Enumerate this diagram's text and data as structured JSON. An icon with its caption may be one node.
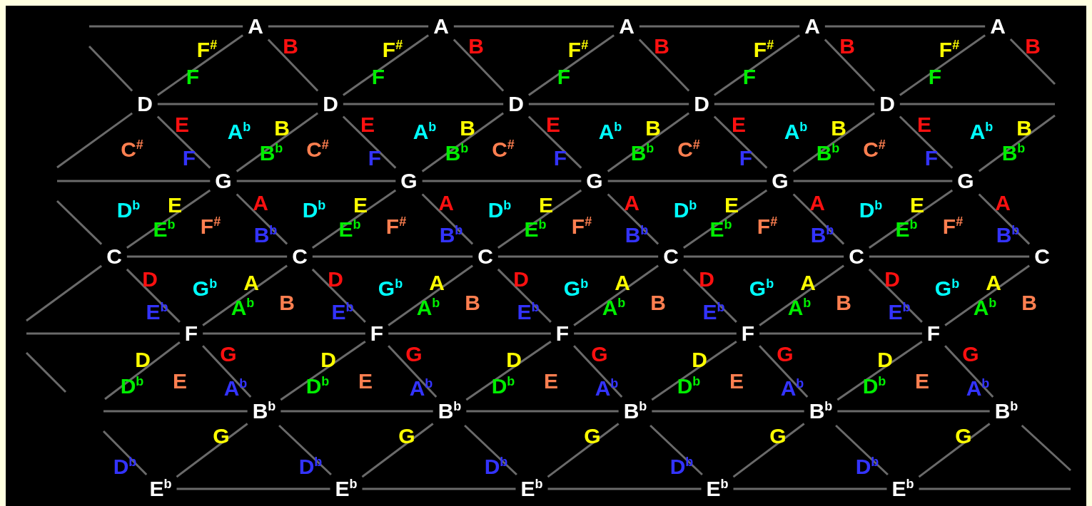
{
  "diagram": {
    "nodes": [
      {
        "text": [
          "A"
        ]
      },
      {
        "text": [
          "A"
        ]
      },
      {
        "text": [
          "A"
        ]
      },
      {
        "text": [
          "A"
        ]
      },
      {
        "text": [
          "A"
        ]
      },
      {
        "text": [
          "D"
        ]
      },
      {
        "text": [
          "D"
        ]
      },
      {
        "text": [
          "D"
        ]
      },
      {
        "text": [
          "D"
        ]
      },
      {
        "text": [
          "D"
        ]
      },
      {
        "text": [
          "G"
        ]
      },
      {
        "text": [
          "G"
        ]
      },
      {
        "text": [
          "G"
        ]
      },
      {
        "text": [
          "G"
        ]
      },
      {
        "text": [
          "G"
        ]
      },
      {
        "text": [
          "C"
        ]
      },
      {
        "text": [
          "C"
        ]
      },
      {
        "text": [
          "C"
        ]
      },
      {
        "text": [
          "C"
        ]
      },
      {
        "text": [
          "C"
        ]
      },
      {
        "text": [
          "C"
        ]
      },
      {
        "text": [
          "F"
        ]
      },
      {
        "text": [
          "F"
        ]
      },
      {
        "text": [
          "F"
        ]
      },
      {
        "text": [
          "F"
        ]
      },
      {
        "text": [
          "F"
        ]
      },
      {
        "text": [
          "B$^{b}$"
        ]
      },
      {
        "text": [
          "B$^{b}$"
        ]
      },
      {
        "text": [
          "B$^{b}$"
        ]
      },
      {
        "text": [
          "B$^{b}$"
        ]
      },
      {
        "text": [
          "B$^{b}$"
        ]
      },
      {
        "text": [
          "E$^{b}$"
        ]
      },
      {
        "text": [
          "E$^{b}$"
        ]
      },
      {
        "text": [
          "E$^{b}$"
        ]
      },
      {
        "text": [
          "E$^{b}$"
        ]
      },
      {
        "text": [
          "E$^{b}$"
        ]
      }
    ],
    "edges": [
      {
        "from": null,
        "to": 0,
        "arrow": "none"
      },
      {
        "from": 0,
        "to": 1,
        "arrow": "none"
      },
      {
        "from": 1,
        "to": 2,
        "arrow": "none"
      },
      {
        "from": 2,
        "to": 3,
        "arrow": "none"
      },
      {
        "from": 3,
        "to": 4,
        "arrow": "none"
      },
      {
        "from": 5,
        "to": 6,
        "arrow": "none"
      },
      {
        "from": 6,
        "to": 7,
        "arrow": "none"
      },
      {
        "from": 7,
        "to": 8,
        "arrow": "none"
      },
      {
        "from": 8,
        "to": 9,
        "arrow": "none"
      },
      {
        "from": 9,
        "to": null,
        "arrow": "none"
      },
      {
        "from": null,
        "to": 10,
        "arrow": "none"
      },
      {
        "from": 10,
        "to": 11,
        "arrow": "none"
      },
      {
        "from": 11,
        "to": 12,
        "arrow": "none"
      },
      {
        "from": 12,
        "to": 13,
        "arrow": "none"
      },
      {
        "from": 13,
        "to": 14,
        "arrow": "none"
      },
      {
        "from": 15,
        "to": 16,
        "arrow": "none"
      },
      {
        "from": 16,
        "to": 17,
        "arrow": "none"
      },
      {
        "from": 17,
        "to": 18,
        "arrow": "none"
      },
      {
        "from": 18,
        "to": 19,
        "arrow": "none"
      },
      {
        "from": 19,
        "to": 20,
        "arrow": "none"
      },
      {
        "from": null,
        "to": 21,
        "arrow": "none"
      },
      {
        "from": 21,
        "to": 22,
        "arrow": "none"
      },
      {
        "from": 22,
        "to": 23,
        "arrow": "none"
      },
      {
        "from": 23,
        "to": 24,
        "arrow": "none"
      },
      {
        "from": 24,
        "to": 25,
        "arrow": "none"
      },
      {
        "from": null,
        "to": 26,
        "arrow": "none"
      },
      {
        "from": 26,
        "to": 27,
        "arrow": "none"
      },
      {
        "from": 27,
        "to": 28,
        "arrow": "none"
      },
      {
        "from": 28,
        "to": 29,
        "arrow": "none"
      },
      {
        "from": 29,
        "to": 30,
        "arrow": "none"
      },
      {
        "from": 31,
        "to": 32,
        "arrow": "none"
      },
      {
        "from": 32,
        "to": 33,
        "arrow": "none"
      },
      {
        "from": 33,
        "to": 34,
        "arrow": "none"
      },
      {
        "from": 34,
        "to": 35,
        "arrow": "none"
      },
      {
        "from": 35,
        "to": null,
        "arrow": "none"
      },
      {
        "from": null,
        "to": 5,
        "arrow": "none"
      },
      {
        "from": 0,
        "to": 5,
        "arrow": "none"
      },
      {
        "from": 0,
        "to": 6,
        "arrow": "none"
      },
      {
        "from": 1,
        "to": 6,
        "arrow": "none"
      },
      {
        "from": 1,
        "to": 7,
        "arrow": "none"
      },
      {
        "from": 2,
        "to": 7,
        "arrow": "none"
      },
      {
        "from": 2,
        "to": 8,
        "arrow": "none"
      },
      {
        "from": 3,
        "to": 8,
        "arrow": "none"
      },
      {
        "from": 3,
        "to": 9,
        "arrow": "none"
      },
      {
        "from": 4,
        "to": 9,
        "arrow": "none"
      },
      {
        "from": 4,
        "to": null,
        "arrow": "none"
      },
      {
        "from": 5,
        "to": null,
        "arrow": "none"
      },
      {
        "from": 5,
        "to": 10,
        "arrow": "none"
      },
      {
        "from": 6,
        "to": 10,
        "arrow": "none"
      },
      {
        "from": 6,
        "to": 11,
        "arrow": "none"
      },
      {
        "from": 7,
        "to": 11,
        "arrow": "none"
      },
      {
        "from": 7,
        "to": 12,
        "arrow": "none"
      },
      {
        "from": 8,
        "to": 12,
        "arrow": "none"
      },
      {
        "from": 8,
        "to": 13,
        "arrow": "none"
      },
      {
        "from": 9,
        "to": 13,
        "arrow": "none"
      },
      {
        "from": 9,
        "to": 14,
        "arrow": "none"
      },
      {
        "from": null,
        "to": 14,
        "arrow": "none"
      },
      {
        "from": null,
        "to": 15,
        "arrow": "none"
      },
      {
        "from": 10,
        "to": 15,
        "arrow": "none"
      },
      {
        "from": 10,
        "to": 16,
        "arrow": "none"
      },
      {
        "from": 11,
        "to": 16,
        "arrow": "none"
      },
      {
        "from": 11,
        "to": 17,
        "arrow": "none"
      },
      {
        "from": 12,
        "to": 17,
        "arrow": "none"
      },
      {
        "from": 12,
        "to": 18,
        "arrow": "none"
      },
      {
        "from": 13,
        "to": 18,
        "arrow": "none"
      },
      {
        "from": 13,
        "to": 19,
        "arrow": "none"
      },
      {
        "from": 14,
        "to": 19,
        "arrow": "none"
      },
      {
        "from": 14,
        "to": 20,
        "arrow": "none"
      },
      {
        "from": 15,
        "to": null,
        "arrow": "none"
      },
      {
        "from": 15,
        "to": 21,
        "arrow": "none"
      },
      {
        "from": 16,
        "to": 21,
        "arrow": "none"
      },
      {
        "from": 16,
        "to": 22,
        "arrow": "none"
      },
      {
        "from": 17,
        "to": 22,
        "arrow": "none"
      },
      {
        "from": 17,
        "to": 23,
        "arrow": "none"
      },
      {
        "from": 18,
        "to": 23,
        "arrow": "none"
      },
      {
        "from": 18,
        "to": 24,
        "arrow": "none"
      },
      {
        "from": 19,
        "to": 24,
        "arrow": "none"
      },
      {
        "from": 19,
        "to": 25,
        "arrow": "none"
      },
      {
        "from": 20,
        "to": 25,
        "arrow": "none"
      },
      {
        "from": 21,
        "to": null,
        "arrow": "none"
      },
      {
        "from": 21,
        "to": 26,
        "arrow": "none"
      },
      {
        "from": 22,
        "to": 26,
        "arrow": "none"
      },
      {
        "from": 22,
        "to": 27,
        "arrow": "none"
      },
      {
        "from": 23,
        "to": 27,
        "arrow": "none"
      },
      {
        "from": 23,
        "to": 28,
        "arrow": "none"
      },
      {
        "from": 24,
        "to": 28,
        "arrow": "none"
      },
      {
        "from": 24,
        "to": 29,
        "arrow": "none"
      },
      {
        "from": 25,
        "to": 29,
        "arrow": "none"
      },
      {
        "from": 25,
        "to": 30,
        "arrow": "none"
      },
      {
        "from": null,
        "to": 31,
        "arrow": "none"
      },
      {
        "from": 26,
        "to": 31,
        "arrow": "none"
      },
      {
        "from": 26,
        "to": 32,
        "arrow": "none"
      },
      {
        "from": 27,
        "to": 32,
        "arrow": "none"
      },
      {
        "from": 27,
        "to": 33,
        "arrow": "none"
      },
      {
        "from": 28,
        "to": 33,
        "arrow": "none"
      },
      {
        "from": 28,
        "to": 34,
        "arrow": "none"
      },
      {
        "from": 29,
        "to": 34,
        "arrow": "none"
      },
      {
        "from": 29,
        "to": 35,
        "arrow": "none"
      },
      {
        "from": 30,
        "to": 35,
        "arrow": "none"
      },
      {
        "from": 30,
        "to": null,
        "arrow": "none"
      }
    ],
    "labels": [
      "F$^{#}$",
      "B",
      "F",
      "F$^{#}$",
      "B",
      "F",
      "F$^{#}$",
      "B",
      "F",
      "F$^{#}$",
      "B",
      "F",
      "F$^{#}$",
      "B",
      "F",
      "E",
      "A$^{b}$",
      "B",
      "C$^{#}$",
      "F",
      "B$^{b}$",
      "E",
      "A$^{b}$",
      "B",
      "C$^{#}$",
      "F",
      "B$^{b}$",
      "E",
      "A$^{b}$",
      "B",
      "C$^{#}$",
      "F",
      "B$^{b}$",
      "E",
      "A$^{b}$",
      "B",
      "C$^{#}$",
      "F",
      "B$^{b}$",
      "E",
      "A$^{b}$",
      "B",
      "C$^{#}$",
      "F",
      "B$^{b}$",
      "D$^{b}$",
      "E",
      "A",
      "E$^{b}$",
      "F$^{#}$",
      "B$^{b}$",
      "D$^{b}$",
      "E",
      "A",
      "E$^{b}$",
      "F$^{#}$",
      "B$^{b}$",
      "D$^{b}$",
      "E",
      "A",
      "E$^{b}$",
      "F$^{#}$",
      "B$^{b}$",
      "D$^{b}$",
      "E",
      "A",
      "E$^{b}$",
      "F$^{#}$",
      "B$^{b}$",
      "D$^{b}$",
      "E",
      "A",
      "E$^{b}$",
      "F$^{#}$",
      "B$^{b}$",
      "D",
      "A",
      "G$^{b}$",
      "B",
      "A$^{b}$",
      "E$^{b}$",
      "D",
      "A",
      "G$^{b}$",
      "B",
      "A$^{b}$",
      "E$^{b}$",
      "D",
      "A",
      "G$^{b}$",
      "B",
      "A$^{b}$",
      "E$^{b}$",
      "D",
      "A",
      "G$^{b}$",
      "B",
      "A$^{b}$",
      "E$^{b}$",
      "D",
      "A",
      "G$^{b}$",
      "B",
      "A$^{b}$",
      "E$^{b}$",
      "D",
      "G",
      "E",
      "D$^{b}$",
      "A$^{b}$",
      "D",
      "G",
      "E",
      "D$^{b}$",
      "A$^{b}$",
      "D",
      "G",
      "E",
      "D$^{b}$",
      "A$^{b}$",
      "D",
      "G",
      "E",
      "D$^{b}$",
      "A$^{b}$",
      "D",
      "G",
      "E",
      "D$^{b}$",
      "A$^{b}$",
      "G",
      "D$^{b}$",
      "G",
      "D$^{b}$",
      "G",
      "D$^{b}$",
      "G",
      "D$^{b}$",
      "G",
      "D$^{b}$"
    ]
  }
}
